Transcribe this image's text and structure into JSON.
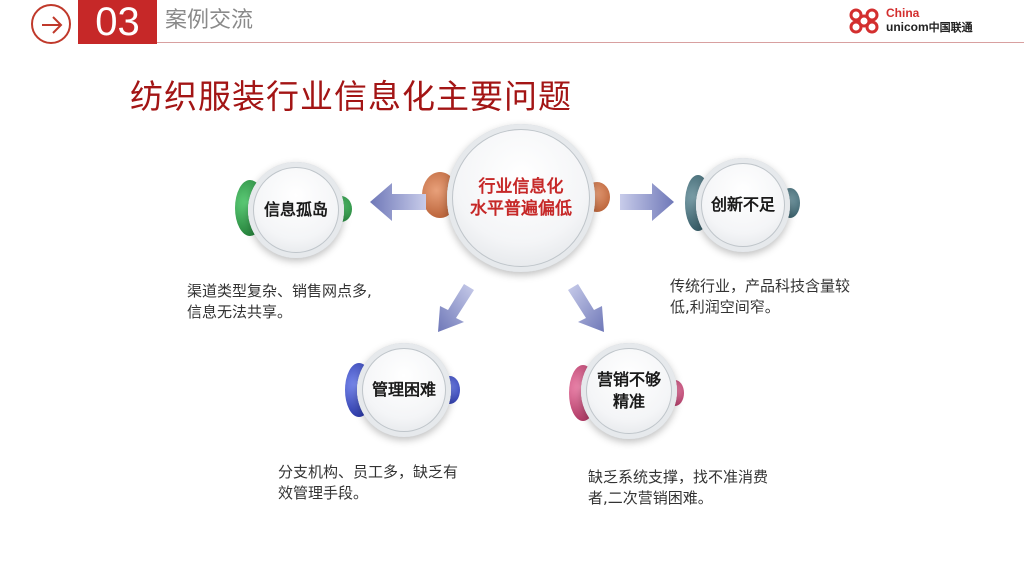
{
  "header": {
    "section_number": "03",
    "section_title": "案例交流",
    "logo_en": "China",
    "logo_en2": "unicom",
    "logo_cn": "中国联通"
  },
  "title": "纺织服装行业信息化主要问题",
  "center": {
    "line1": "行业信息化",
    "line2": "水平普遍偏低"
  },
  "nodes": [
    {
      "label": "信息孤岛",
      "desc_line1": "渠道类型复杂、销售网点多,",
      "desc_line2": "信息无法共享。",
      "accent": "#2e9e48"
    },
    {
      "label": "创新不足",
      "desc_line1": "传统行业，产品科技含量较",
      "desc_line2": "低,利润空间窄。",
      "accent": "#3d6b7a"
    },
    {
      "label": "管理困难",
      "desc_line1": "分支机构、员工多，缺乏有",
      "desc_line2": "效管理手段。",
      "accent": "#3b4fc4"
    },
    {
      "label_line1": "营销不够",
      "label_line2": "精准",
      "desc_line1": "缺乏系统支撑，找不准消费",
      "desc_line2": "者,二次营销困难。",
      "accent": "#d2477a"
    }
  ],
  "colors": {
    "brand_red": "#c62828",
    "title_red": "#a31515",
    "arrow": "#8890c8"
  }
}
